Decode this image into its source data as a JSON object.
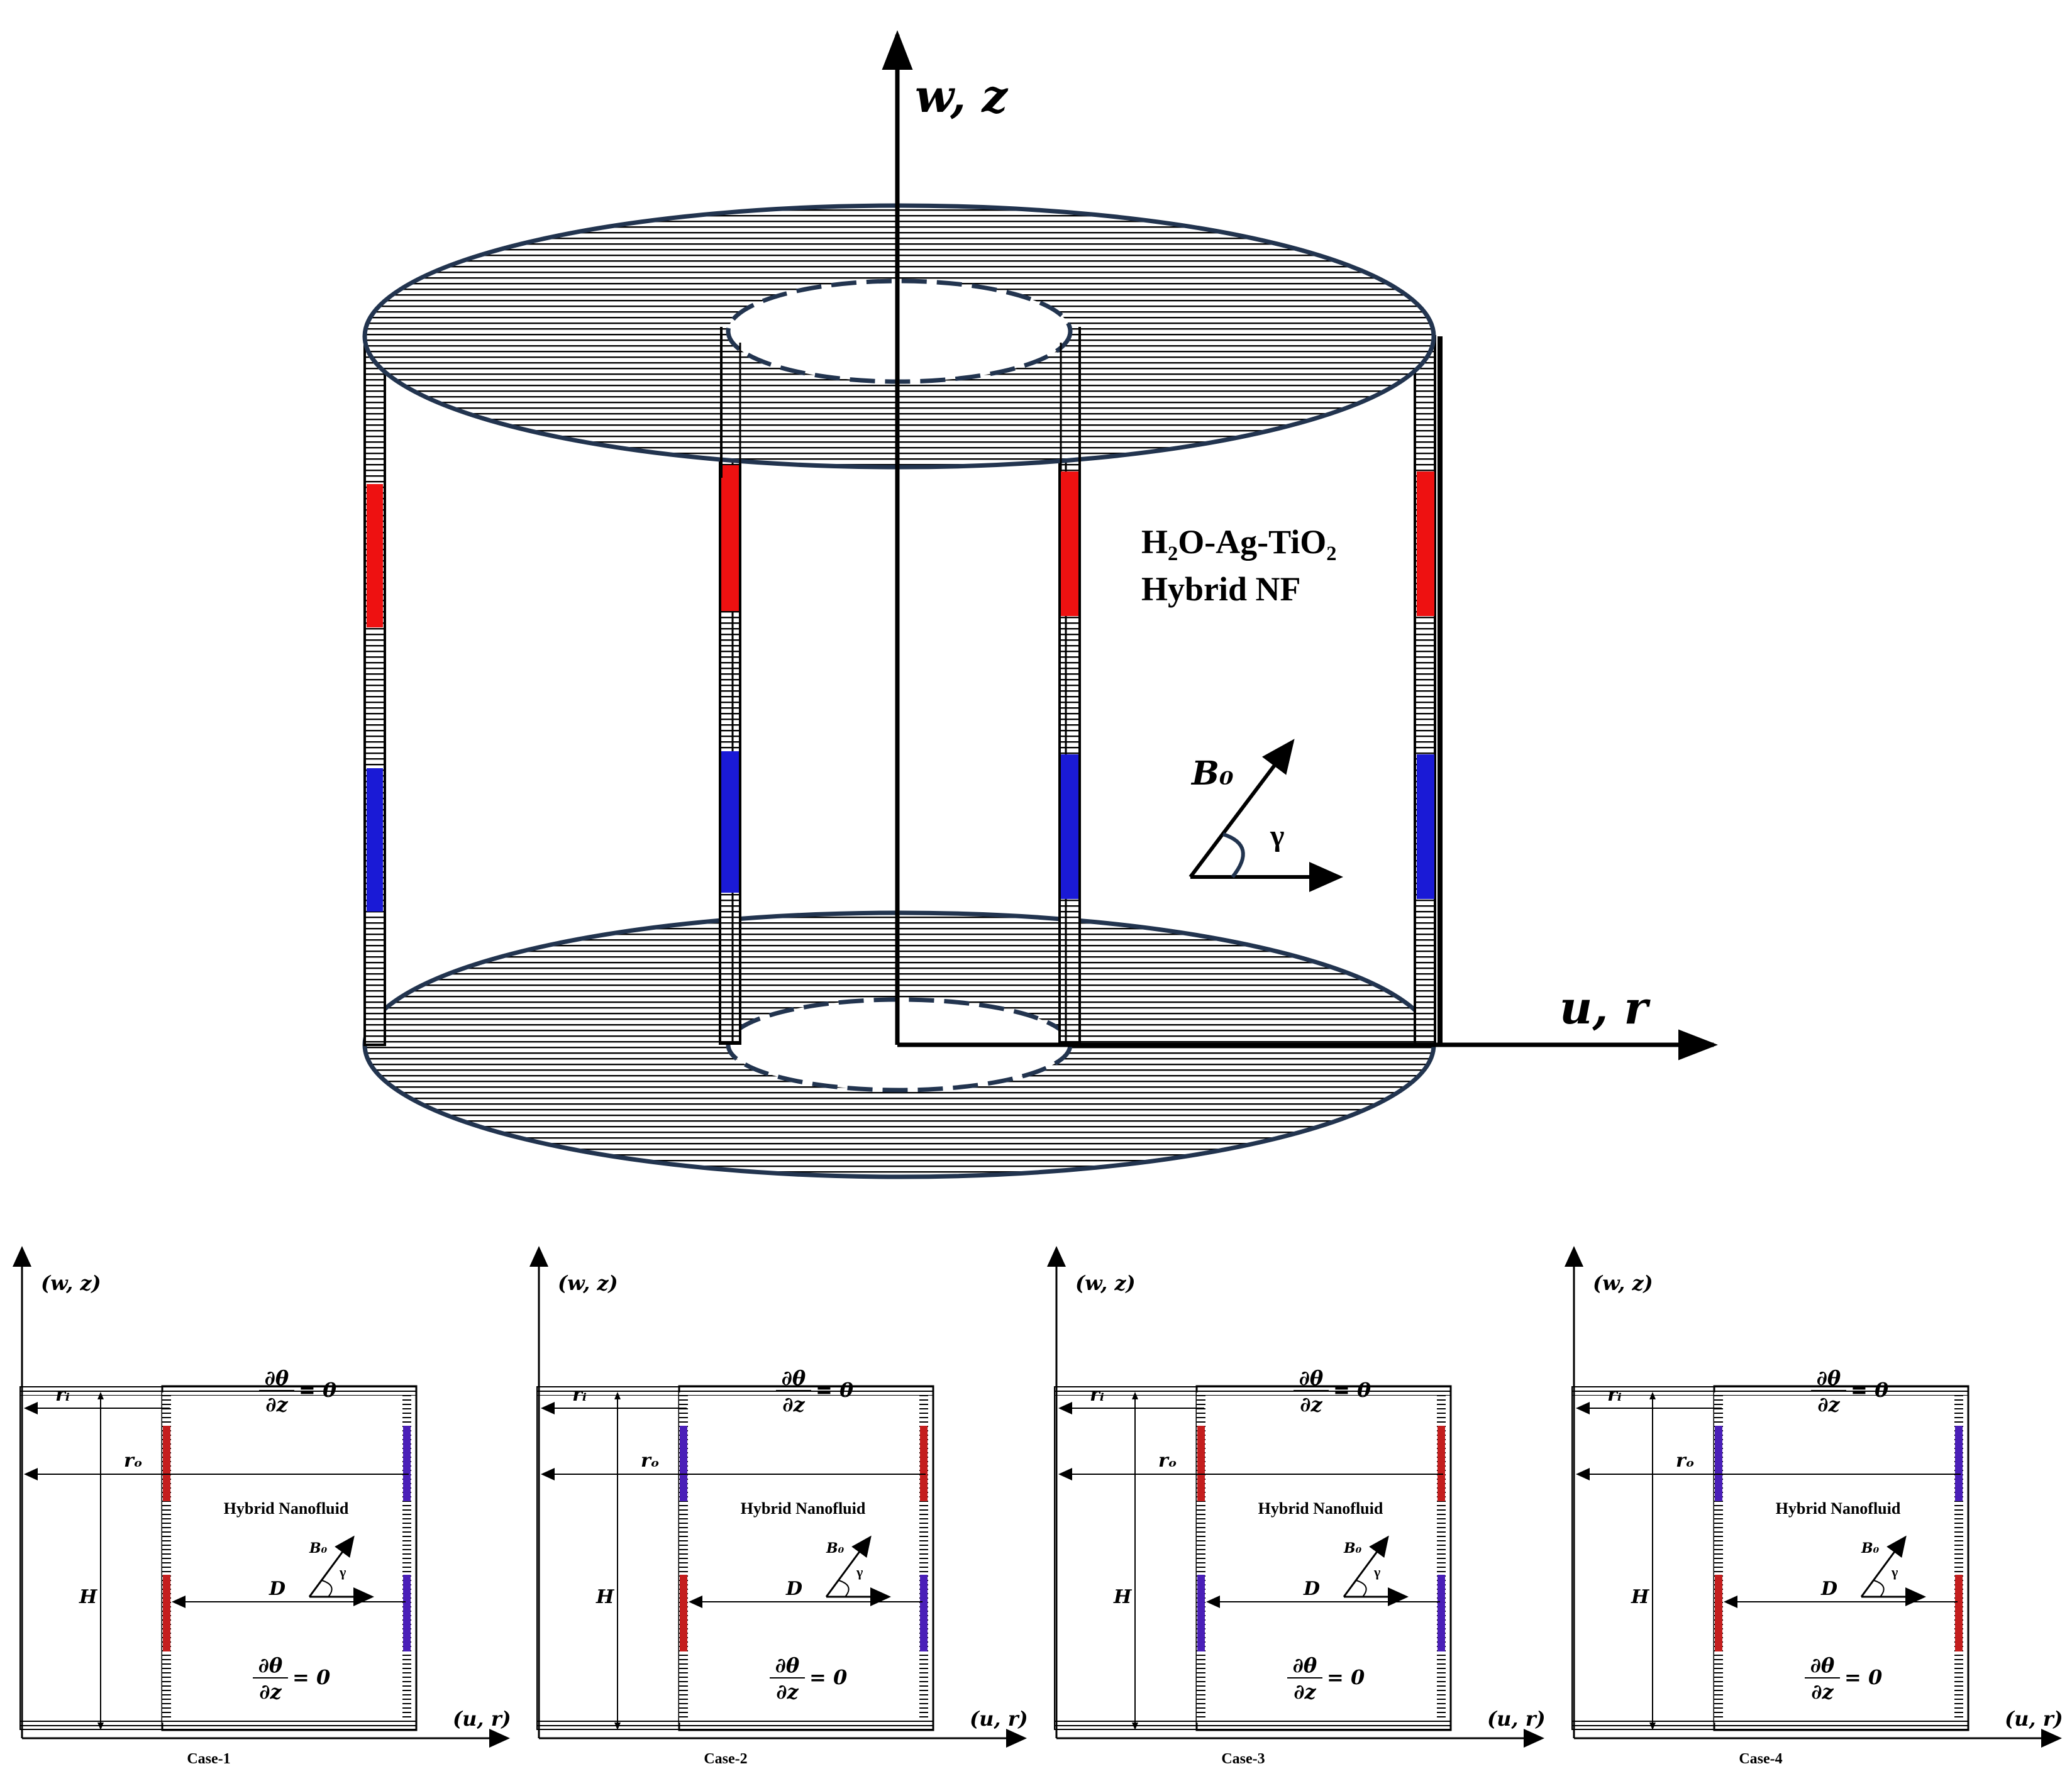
{
  "figure": {
    "main": {
      "axis_z_label": "w, z",
      "axis_r_label": "u, r",
      "fluid_line1": "H₂O-Ag-TiO₂",
      "fluid_line2": "Hybrid NF",
      "field_label": "B₀",
      "angle_label": "γ"
    },
    "panel_common": {
      "axis_z": "(w, z)",
      "axis_r": "(u, r)",
      "r_inner": "rᵢ",
      "r_outer": "rₒ",
      "height": "H",
      "gap": "D",
      "bc_num": "∂θ",
      "bc_den": "∂z",
      "bc_rhs": "= 0",
      "fluid": "Hybrid Nanofluid",
      "field": "B₀",
      "angle": "γ"
    },
    "panels": [
      {
        "caption": "Case-1",
        "inner_top": "hot",
        "inner_bottom": "hot",
        "outer_top": "cold",
        "outer_bottom": "cold"
      },
      {
        "caption": "Case-2",
        "inner_top": "cold",
        "inner_bottom": "hot",
        "outer_top": "hot",
        "outer_bottom": "cold"
      },
      {
        "caption": "Case-3",
        "inner_top": "hot",
        "inner_bottom": "cold",
        "outer_top": "hot",
        "outer_bottom": "cold"
      },
      {
        "caption": "Case-4",
        "inner_top": "cold",
        "inner_bottom": "hot",
        "outer_top": "cold",
        "outer_bottom": "hot"
      }
    ],
    "colors": {
      "hot": "#ee1111",
      "cold": "#1a1ad6",
      "hot_panel": "#c41e1e",
      "cold_panel": "#4a1fb8",
      "outline": "#22344f"
    }
  }
}
